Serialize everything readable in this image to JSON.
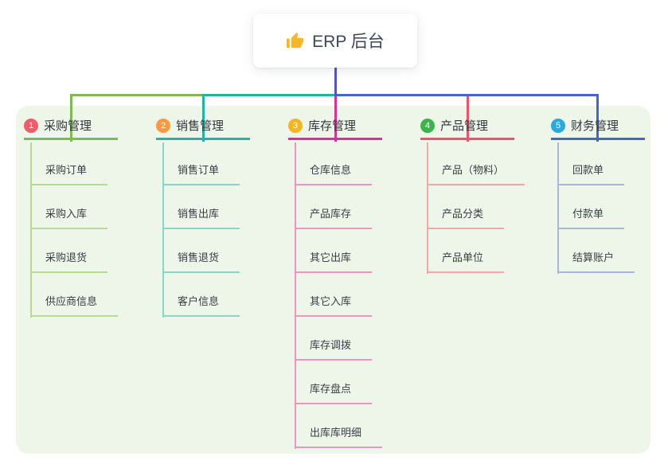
{
  "root": {
    "label": "ERP 后台",
    "icon": "thumbs-up-icon",
    "icon_color": "#F5B729"
  },
  "connector": {
    "stem_color": "#5154C6"
  },
  "panel": {
    "background": "#EDF6E9"
  },
  "branches": [
    {
      "num": "1",
      "label": "采购管理",
      "colors": {
        "line": "#7CBB4F",
        "child_line": "#B5DC8F",
        "badge": "#F25C68"
      },
      "children": [
        "采购订单",
        "采购入库",
        "采购退货",
        "供应商信息"
      ]
    },
    {
      "num": "2",
      "label": "销售管理",
      "colors": {
        "line": "#1FB5A3",
        "child_line": "#86D6CA",
        "badge": "#FB9A40"
      },
      "children": [
        "销售订单",
        "销售出库",
        "销售退货",
        "客户信息"
      ]
    },
    {
      "num": "3",
      "label": "库存管理",
      "colors": {
        "line": "#DF2E96",
        "child_line": "#F291C4",
        "badge": "#F5B51F"
      },
      "children": [
        "仓库信息",
        "产品库存",
        "其它出库",
        "其它入库",
        "库存调拨",
        "库存盘点",
        "出库库明细"
      ]
    },
    {
      "num": "4",
      "label": "产品管理",
      "colors": {
        "line": "#F4516C",
        "child_line": "#F7A6A6",
        "badge": "#3CB44B"
      },
      "children": [
        "产品（物料）",
        "产品分类",
        "产品单位"
      ]
    },
    {
      "num": "5",
      "label": "财务管理",
      "colors": {
        "line": "#4365D2",
        "child_line": "#A8B6DC",
        "badge": "#29A9E1"
      },
      "children": [
        "回款单",
        "付款单",
        "结算账户"
      ]
    }
  ]
}
